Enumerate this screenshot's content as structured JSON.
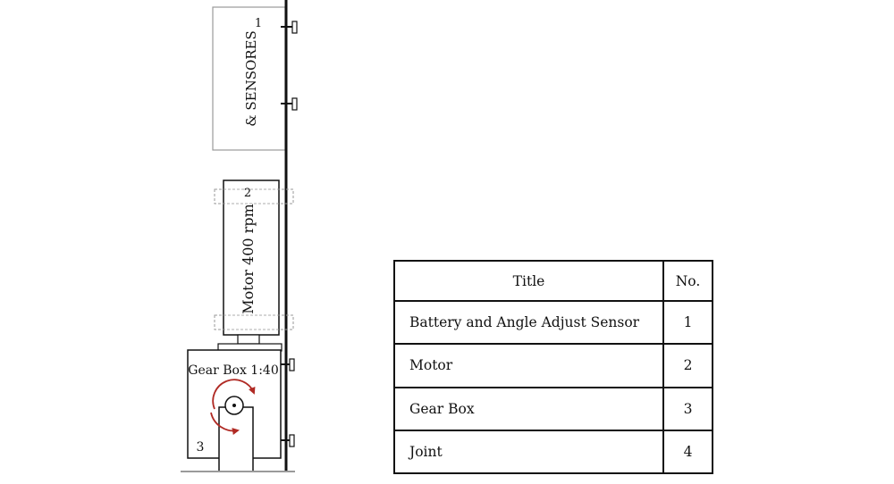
{
  "diagram": {
    "box1_label": "& SENSORES",
    "box1_number": "1",
    "motor_label": "Motor 400 rpm",
    "motor_number": "2",
    "gearbox_label": "Gear Box 1:40",
    "gearbox_number": "3",
    "colors": {
      "line": "#111111",
      "light_box": "#9a9a9a",
      "rotation_arrow": "#b02a24"
    }
  },
  "table": {
    "headers": {
      "title": "Title",
      "no": "No."
    },
    "rows": [
      {
        "title": "Battery and Angle Adjust Sensor",
        "no": "1"
      },
      {
        "title": "Motor",
        "no": "2"
      },
      {
        "title": "Gear Box",
        "no": "3"
      },
      {
        "title": "Joint",
        "no": "4"
      }
    ]
  }
}
